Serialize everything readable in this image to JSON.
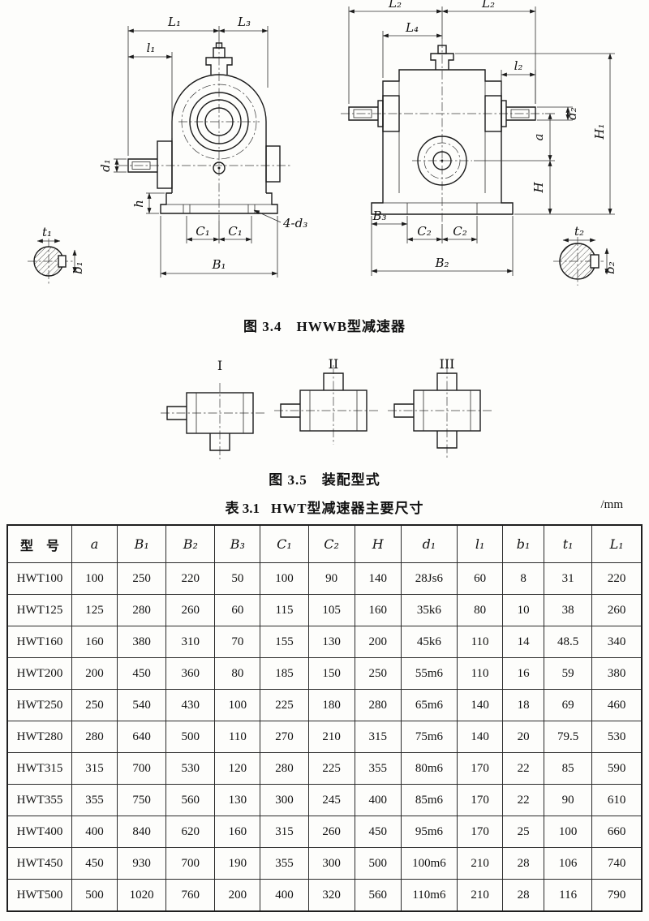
{
  "figure_hwwb": {
    "caption": "图 3.4　HWWB型减速器",
    "dims": {
      "L1": "L₁",
      "L3": "L₃",
      "l1": "l₁",
      "d1": "d₁",
      "h": "h",
      "C1a": "C₁",
      "C1b": "C₁",
      "B1": "B₁",
      "d3": "4-d₃",
      "t1": "t₁",
      "b1": "b₁",
      "L2a": "L₂",
      "L2b": "L₂",
      "L4": "L₄",
      "l2": "l₂",
      "d2": "d₂",
      "H1": "H₁",
      "a": "a",
      "H": "H",
      "B3": "B₃",
      "C2a": "C₂",
      "C2b": "C₂",
      "B2": "B₂",
      "t2": "t₂",
      "b2": "b₂"
    }
  },
  "figure_assembly": {
    "caption": "图 3.5　装配型式",
    "variants": [
      "I",
      "II",
      "III"
    ]
  },
  "table": {
    "label": "表 3.1",
    "title": "HWT型减速器主要尺寸",
    "unit": "/mm",
    "headers": [
      "型　号",
      "a",
      "B₁",
      "B₂",
      "B₃",
      "C₁",
      "C₂",
      "H",
      "d₁",
      "l₁",
      "b₁",
      "t₁",
      "L₁"
    ],
    "rows": [
      [
        "HWT100",
        "100",
        "250",
        "220",
        "50",
        "100",
        "90",
        "140",
        "28Js6",
        "60",
        "8",
        "31",
        "220"
      ],
      [
        "HWT125",
        "125",
        "280",
        "260",
        "60",
        "115",
        "105",
        "160",
        "35k6",
        "80",
        "10",
        "38",
        "260"
      ],
      [
        "HWT160",
        "160",
        "380",
        "310",
        "70",
        "155",
        "130",
        "200",
        "45k6",
        "110",
        "14",
        "48.5",
        "340"
      ],
      [
        "HWT200",
        "200",
        "450",
        "360",
        "80",
        "185",
        "150",
        "250",
        "55m6",
        "110",
        "16",
        "59",
        "380"
      ],
      [
        "HWT250",
        "250",
        "540",
        "430",
        "100",
        "225",
        "180",
        "280",
        "65m6",
        "140",
        "18",
        "69",
        "460"
      ],
      [
        "HWT280",
        "280",
        "640",
        "500",
        "110",
        "270",
        "210",
        "315",
        "75m6",
        "140",
        "20",
        "79.5",
        "530"
      ],
      [
        "HWT315",
        "315",
        "700",
        "530",
        "120",
        "280",
        "225",
        "355",
        "80m6",
        "170",
        "22",
        "85",
        "590"
      ],
      [
        "HWT355",
        "355",
        "750",
        "560",
        "130",
        "300",
        "245",
        "400",
        "85m6",
        "170",
        "22",
        "90",
        "610"
      ],
      [
        "HWT400",
        "400",
        "840",
        "620",
        "160",
        "315",
        "260",
        "450",
        "95m6",
        "170",
        "25",
        "100",
        "660"
      ],
      [
        "HWT450",
        "450",
        "930",
        "700",
        "190",
        "355",
        "300",
        "500",
        "100m6",
        "210",
        "28",
        "106",
        "740"
      ],
      [
        "HWT500",
        "500",
        "1020",
        "760",
        "200",
        "400",
        "320",
        "560",
        "110m6",
        "210",
        "28",
        "116",
        "790"
      ]
    ]
  }
}
